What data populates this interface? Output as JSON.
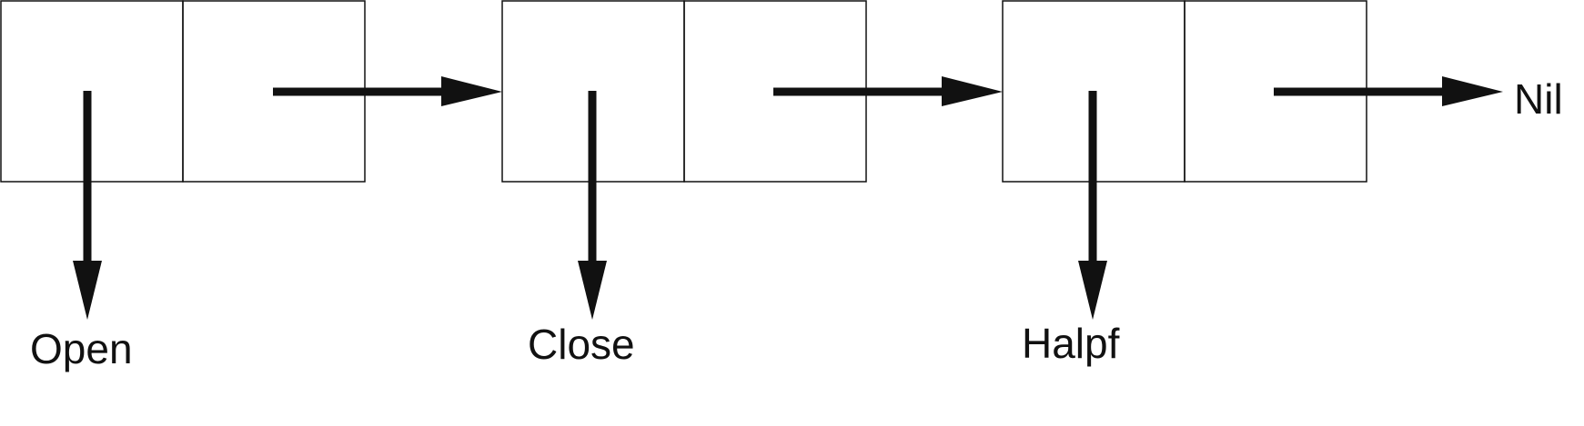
{
  "diagram": {
    "cells": [
      {
        "car": "Open"
      },
      {
        "car": "Close"
      },
      {
        "car": "Halpf"
      }
    ],
    "terminator": "Nil"
  },
  "colors": {
    "stroke": "#111111",
    "arrow": "#111111",
    "background": "#ffffff"
  }
}
